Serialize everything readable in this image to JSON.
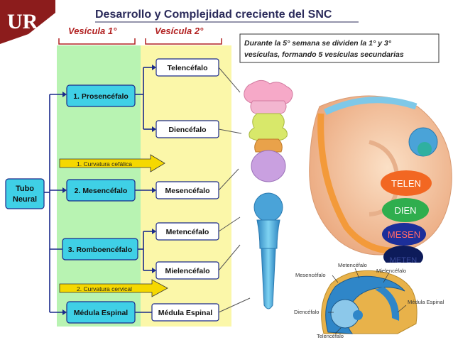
{
  "header": {
    "logo_text": "UR",
    "title": "Desarrollo y Complejidad creciente del SNC"
  },
  "columns": {
    "primary": "Vesícula 1°",
    "secondary": "Vesícula 2°"
  },
  "note": {
    "line1": "Durante la 5° semana se dividen la 1° y 3°",
    "line2": "vesículas, formando 5 vesículas secundarias"
  },
  "root": {
    "line1": "Tubo",
    "line2": "Neural"
  },
  "primary_vesicles": [
    {
      "label": "1. Prosencéfalo"
    },
    {
      "label": "2. Mesencéfalo"
    },
    {
      "label": "3. Romboencéfalo"
    },
    {
      "label": "Médula Espinal"
    }
  ],
  "secondary_vesicles": [
    {
      "label": "Telencéfalo"
    },
    {
      "label": "Diencéfalo"
    },
    {
      "label": "Mesencéfalo"
    },
    {
      "label": "Metencéfalo"
    },
    {
      "label": "Mielencéfalo"
    },
    {
      "label": "Médula Espinal"
    }
  ],
  "curvatures": {
    "cephalic": "1. Curvatura cefálica",
    "cervical": "2. Curvatura cervical"
  },
  "embryo_tags": {
    "telen": "TELEN",
    "dien": "DIEN",
    "mesen": "MESEN",
    "meten": "METEN"
  },
  "brain_labels": {
    "metencefalo": "Metencéfalo",
    "mielencefalo": "Mielencéfalo",
    "mesencefalo": "Mesencéfalo",
    "medula": "Médula Espinal",
    "diencefalo": "Diencéfalo",
    "telencefalo": "Telencéfalo"
  },
  "colors": {
    "primary_zone": "#b8f3b2",
    "secondary_zone": "#fbf7a9",
    "box_fill": "#3fd0e6",
    "title_text": "#2a2a5a",
    "column_header": "#b22222",
    "tag_telen": "#f26722",
    "tag_dien": "#2fae4e",
    "tag_mesen": "#1c2f9a",
    "tag_meten": "#0d1b5a",
    "curvature_arrow": "#f5d800",
    "connector": "#1a2a8a"
  }
}
